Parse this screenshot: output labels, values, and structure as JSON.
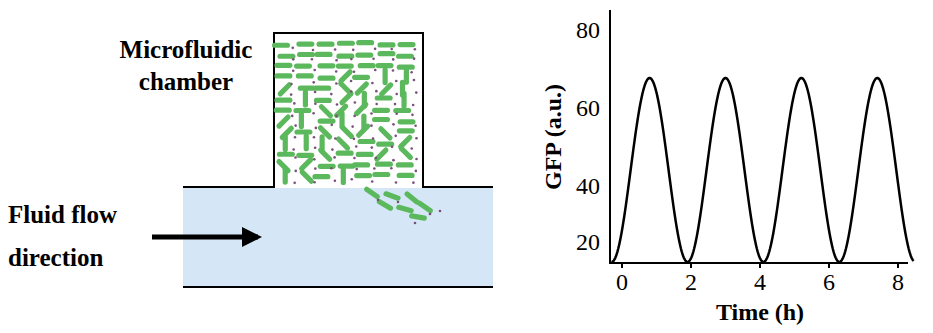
{
  "diagram": {
    "labels": [
      "Microfluidic chamber",
      "Fluid flow direction",
      "80",
      "60",
      "40",
      "20",
      "0",
      "2",
      "4",
      "6",
      "8",
      "GFP (a.u.)",
      "Time (h)"
    ]
  }
}
